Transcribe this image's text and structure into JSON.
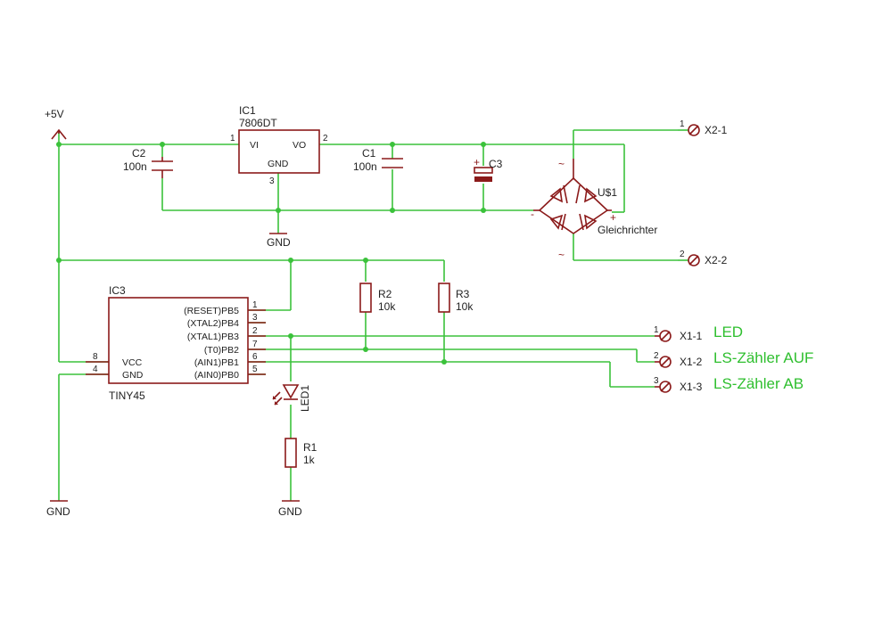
{
  "power": {
    "supply": "+5V",
    "ground": "GND"
  },
  "ic1": {
    "ref": "IC1",
    "value": "7806DT",
    "vi": "VI",
    "vo": "VO",
    "gnd": "GND",
    "pin1": "1",
    "pin2": "2",
    "pin3": "3"
  },
  "c1": {
    "ref": "C1",
    "value": "100n"
  },
  "c2": {
    "ref": "C2",
    "value": "100n"
  },
  "c3": {
    "ref": "C3",
    "polarity": "+"
  },
  "rectifier": {
    "ref": "U$1",
    "label": "Gleichrichter",
    "ac1": "~",
    "ac2": "~",
    "minus": "-",
    "plus": "+"
  },
  "x2_1": {
    "pin": "1",
    "ref": "X2-1"
  },
  "x2_2": {
    "pin": "2",
    "ref": "X2-2"
  },
  "ic3": {
    "ref": "IC3",
    "value": "TINY45",
    "left_pins": [
      {
        "num": "8",
        "name": "VCC"
      },
      {
        "num": "4",
        "name": "GND"
      }
    ],
    "right_pins": [
      {
        "num": "1",
        "name": "(RESET)PB5"
      },
      {
        "num": "3",
        "name": "(XTAL2)PB4"
      },
      {
        "num": "2",
        "name": "(XTAL1)PB3"
      },
      {
        "num": "7",
        "name": "(T0)PB2"
      },
      {
        "num": "6",
        "name": "(AIN1)PB1"
      },
      {
        "num": "5",
        "name": "(AIN0)PB0"
      }
    ]
  },
  "r1": {
    "ref": "R1",
    "value": "1k"
  },
  "r2": {
    "ref": "R2",
    "value": "10k"
  },
  "r3": {
    "ref": "R3",
    "value": "10k"
  },
  "led1": {
    "ref": "LED1"
  },
  "x1": [
    {
      "pin": "1",
      "ref": "X1-1",
      "note": "LED"
    },
    {
      "pin": "2",
      "ref": "X1-2",
      "note": "LS-Zähler AUF"
    },
    {
      "pin": "3",
      "ref": "X1-3",
      "note": "LS-Zähler AB"
    }
  ],
  "colors": {
    "wire": "#3bc23b",
    "part": "#8b1a1a",
    "note": "#2fbf2f"
  }
}
